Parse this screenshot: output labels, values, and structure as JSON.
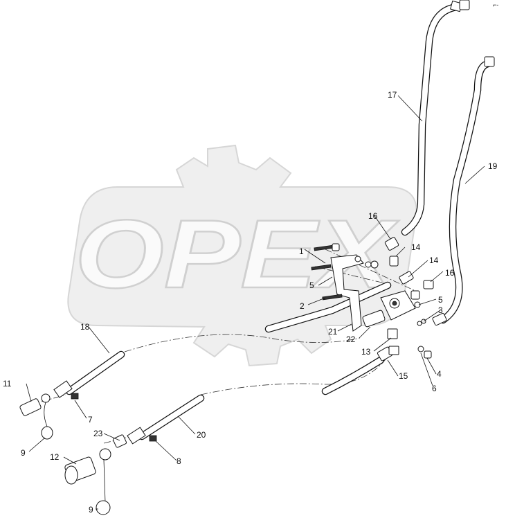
{
  "watermark": {
    "text": "OPEX"
  },
  "corner_mark": "⌐-",
  "callouts": {
    "c1": "1",
    "c2": "2",
    "c3": "3",
    "c4": "4",
    "c5a": "5",
    "c5b": "5",
    "c6": "6",
    "c7": "7",
    "c8": "8",
    "c9a": "9",
    "c9b": "9",
    "c11": "11",
    "c12": "12",
    "c13": "13",
    "c14a": "14",
    "c14b": "14",
    "c15": "15",
    "c16a": "16",
    "c16b": "16",
    "c17": "17",
    "c18": "18",
    "c19": "19",
    "c20": "20",
    "c21": "21",
    "c22": "22",
    "c23": "23"
  }
}
